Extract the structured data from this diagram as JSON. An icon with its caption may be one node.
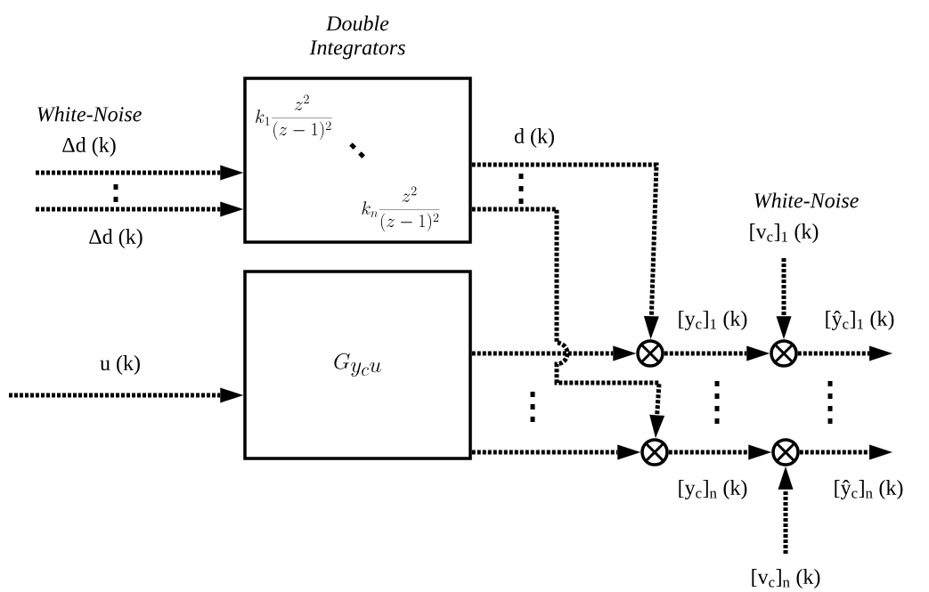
{
  "diagram": {
    "nodes": [
      {
        "text": [
          "Double Integrators",
          "k_{1}\\frac{z^{2}}{(z-1)^{2}}",
          "k_{n}\\frac{z^{2}}{(z-1)^{2}}"
        ]
      },
      {
        "text": [
          "G_{y_{c}u}"
        ]
      },
      {
        "text": [],
        "shape": "circle",
        "beside": [
          "[y$_{c}$]$_{1}$ (k)"
        ]
      },
      {
        "text": [],
        "shape": "circle",
        "beside": [
          "[ŷ$_{c}$]$_{1}$ (k)"
        ]
      },
      {
        "text": [],
        "shape": "circle",
        "beside": [
          "[y$_{c}$]$_{n}$ (k)"
        ]
      },
      {
        "text": [],
        "shape": "circle",
        "beside": [
          "[ŷ$_{c}$]$_{n}$ (k)"
        ]
      }
    ],
    "edges": [
      {
        "from": null,
        "to": 0,
        "arrow": "to",
        "label": "Δd (k)"
      },
      {
        "from": null,
        "to": 0,
        "arrow": "to",
        "label": "Δd (k)"
      },
      {
        "from": null,
        "to": 1,
        "arrow": "to",
        "label": "u (k)"
      },
      {
        "from": 0,
        "to": 2,
        "arrow": "to",
        "label": "d (k)"
      },
      {
        "from": 0,
        "to": 4,
        "arrow": "to"
      },
      {
        "from": 1,
        "to": 2,
        "arrow": "to"
      },
      {
        "from": 1,
        "to": 4,
        "arrow": "to"
      },
      {
        "from": 2,
        "to": 3,
        "arrow": "to"
      },
      {
        "from": 4,
        "to": 5,
        "arrow": "to"
      },
      {
        "from": 3,
        "to": null,
        "arrow": "to"
      },
      {
        "from": 5,
        "to": null,
        "arrow": "to"
      },
      {
        "from": null,
        "to": 3,
        "arrow": "to",
        "label": "[v$_{c}$]$_{1}$ (k)"
      },
      {
        "from": null,
        "to": 5,
        "arrow": "to",
        "label": "[v$_{c}$]$_{n}$ (k)"
      }
    ],
    "labels": [
      "White-Noise",
      "White-Noise"
    ]
  }
}
